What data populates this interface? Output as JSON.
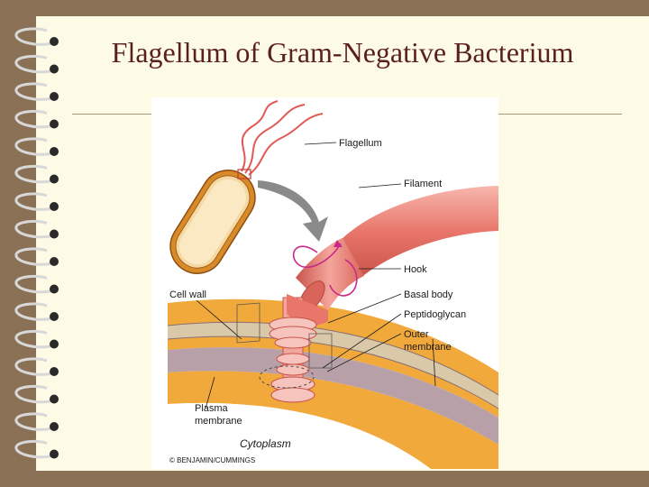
{
  "slide": {
    "title": "Flagellum of Gram-Negative Bacterium"
  },
  "figure": {
    "labels": {
      "flagellum": "Flagellum",
      "filament": "Filament",
      "hook": "Hook",
      "cell_wall": "Cell wall",
      "basal_body": "Basal body",
      "peptidoglycan": "Peptidoglycan",
      "outer_membrane_line1": "Outer",
      "outer_membrane_line2": "membrane",
      "plasma_membrane_line1": "Plasma",
      "plasma_membrane_line2": "membrane",
      "cytoplasm": "Cytoplasm"
    },
    "credit": "© BENJAMIN/CUMMINGS"
  },
  "colors": {
    "background_frame": "#8a7155",
    "slide": "#fdfbe6",
    "title": "#5a1f1f",
    "flagellum": "#e8766a",
    "cell_wall_orange": "#f2a93b",
    "membrane_purple": "#b8a0a8"
  }
}
